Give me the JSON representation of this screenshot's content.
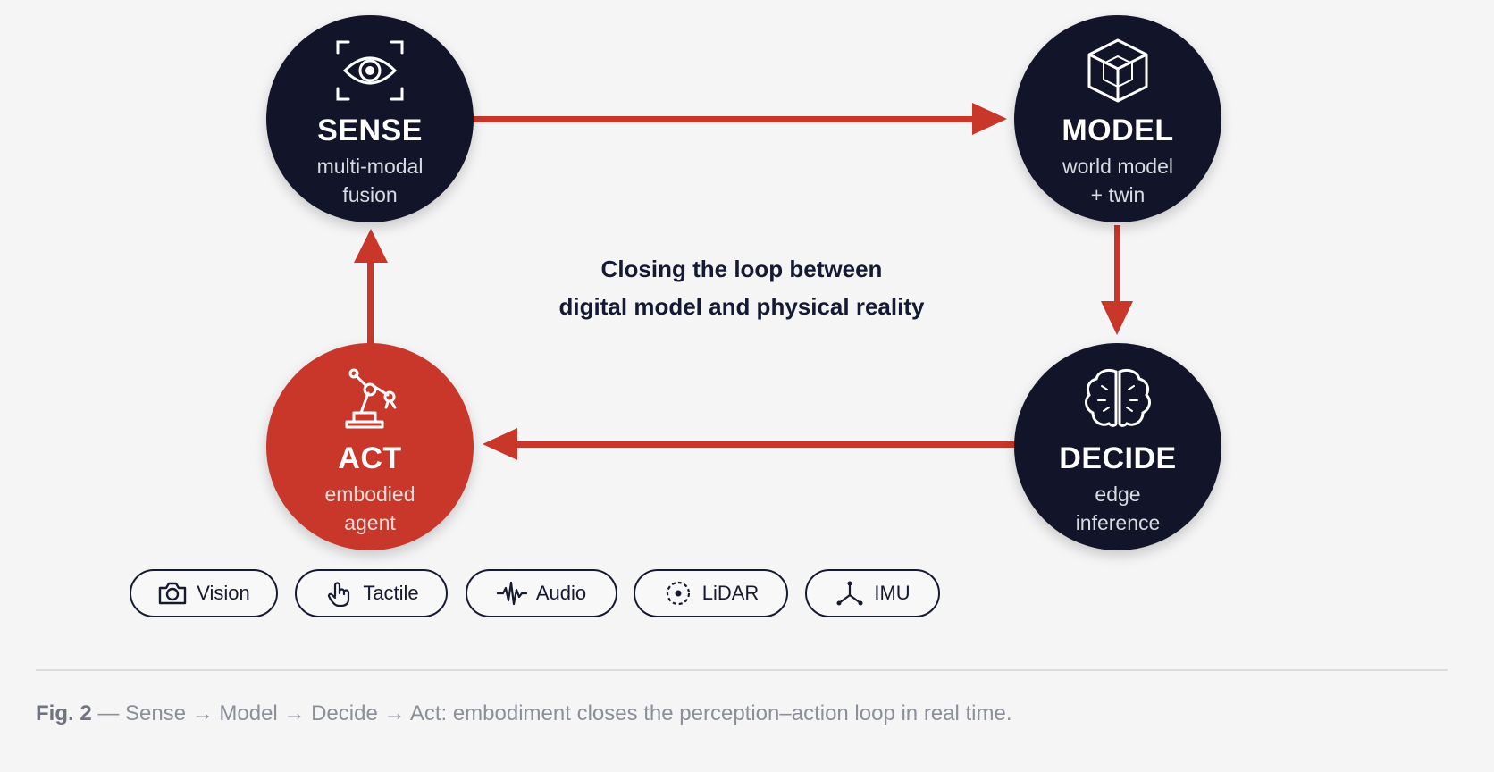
{
  "colors": {
    "node_dark": "#121529",
    "node_accent": "#c8372a",
    "arrow": "#c8372a",
    "text_dark": "#141a33"
  },
  "nodes": {
    "sense": {
      "title": "SENSE",
      "line1": "multi-modal",
      "line2": "fusion",
      "icon": "eye-scan-icon"
    },
    "model": {
      "title": "MODEL",
      "line1": "world model",
      "line2": "+ twin",
      "icon": "cube-icon"
    },
    "decide": {
      "title": "DECIDE",
      "line1": "edge",
      "line2": "inference",
      "icon": "brain-icon"
    },
    "act": {
      "title": "ACT",
      "line1": "embodied",
      "line2": "agent",
      "icon": "robot-arm-icon"
    }
  },
  "center": {
    "line1": "Closing the loop between",
    "line2": "digital model and physical reality"
  },
  "modalities": [
    {
      "label": "Vision",
      "icon": "camera-icon"
    },
    {
      "label": "Tactile",
      "icon": "touch-hand-icon"
    },
    {
      "label": "Audio",
      "icon": "waveform-icon"
    },
    {
      "label": "LiDAR",
      "icon": "lidar-target-icon"
    },
    {
      "label": "IMU",
      "icon": "axes-icon"
    }
  ],
  "caption": {
    "fig": "Fig. 2",
    "text": " — Sense → Model → Decide → Act: embodiment closes the perception–action loop in real time."
  }
}
